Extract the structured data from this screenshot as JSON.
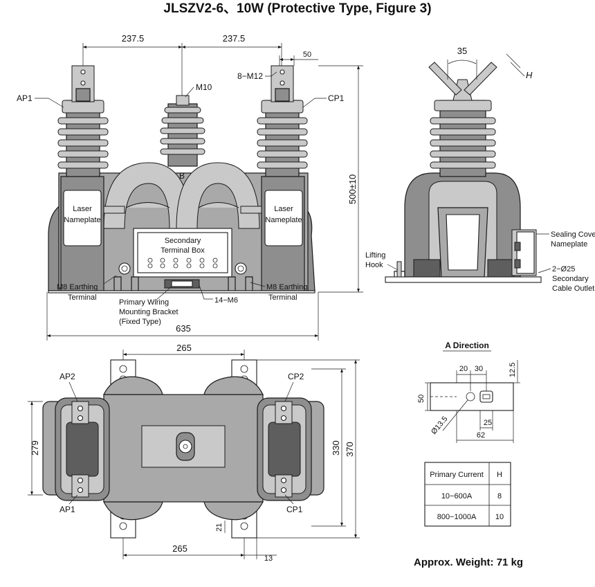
{
  "title": "JLSZV2-6、10W (Protective Type, Figure 3)",
  "front": {
    "dim_left": "237.5",
    "dim_right": "237.5",
    "dim_50": "50",
    "dim_total": "635",
    "dim_height": "500±10",
    "label_ap1": "AP1",
    "label_cp1": "CP1",
    "label_m10": "M10",
    "label_8m12": "8−M12",
    "label_b": "B",
    "nameplate_left_1": "Laser",
    "nameplate_left_2": "Nameplate",
    "nameplate_right_1": "Laser",
    "nameplate_right_2": "Nameplate",
    "terminal_box_1": "Secondary",
    "terminal_box_2": "Terminal Box",
    "earth_left_1": "M8 Earthing",
    "earth_left_2": "Terminal",
    "earth_right_1": "M8 Earthing",
    "earth_right_2": "Terminal",
    "bracket_1": "Primary Wiring",
    "bracket_2": "Mounting Bracket",
    "bracket_3": "(Fixed Type)",
    "label_14m6": "14−M6"
  },
  "side": {
    "dim_35": "35",
    "label_h": "H",
    "sealing_1": "Sealing Cover",
    "sealing_2": "Nameplate",
    "lifting_1": "Lifting",
    "lifting_2": "Hook",
    "outlet_1": "2−Ø25",
    "outlet_2": "Secondary",
    "outlet_3": "Cable Outlet"
  },
  "top": {
    "dim_265_top": "265",
    "dim_265_bottom": "265",
    "dim_279": "279",
    "dim_330": "330",
    "dim_370": "370",
    "dim_21": "21",
    "dim_13": "13",
    "label_ap2": "AP2",
    "label_cp2": "CP2",
    "label_ap1": "AP1",
    "label_cp1": "CP1"
  },
  "a_direction": {
    "title": "A Direction",
    "dim_20": "20",
    "dim_30": "30",
    "dim_12_5": "12.5",
    "dim_50": "50",
    "dim_hole": "Ø13.5",
    "dim_25": "25",
    "dim_62": "62"
  },
  "table": {
    "headers": [
      "Primary Current",
      "H"
    ],
    "rows": [
      [
        "10−600A",
        "8"
      ],
      [
        "800−1000A",
        "10"
      ]
    ]
  },
  "weight": "Approx. Weight: 71 kg"
}
